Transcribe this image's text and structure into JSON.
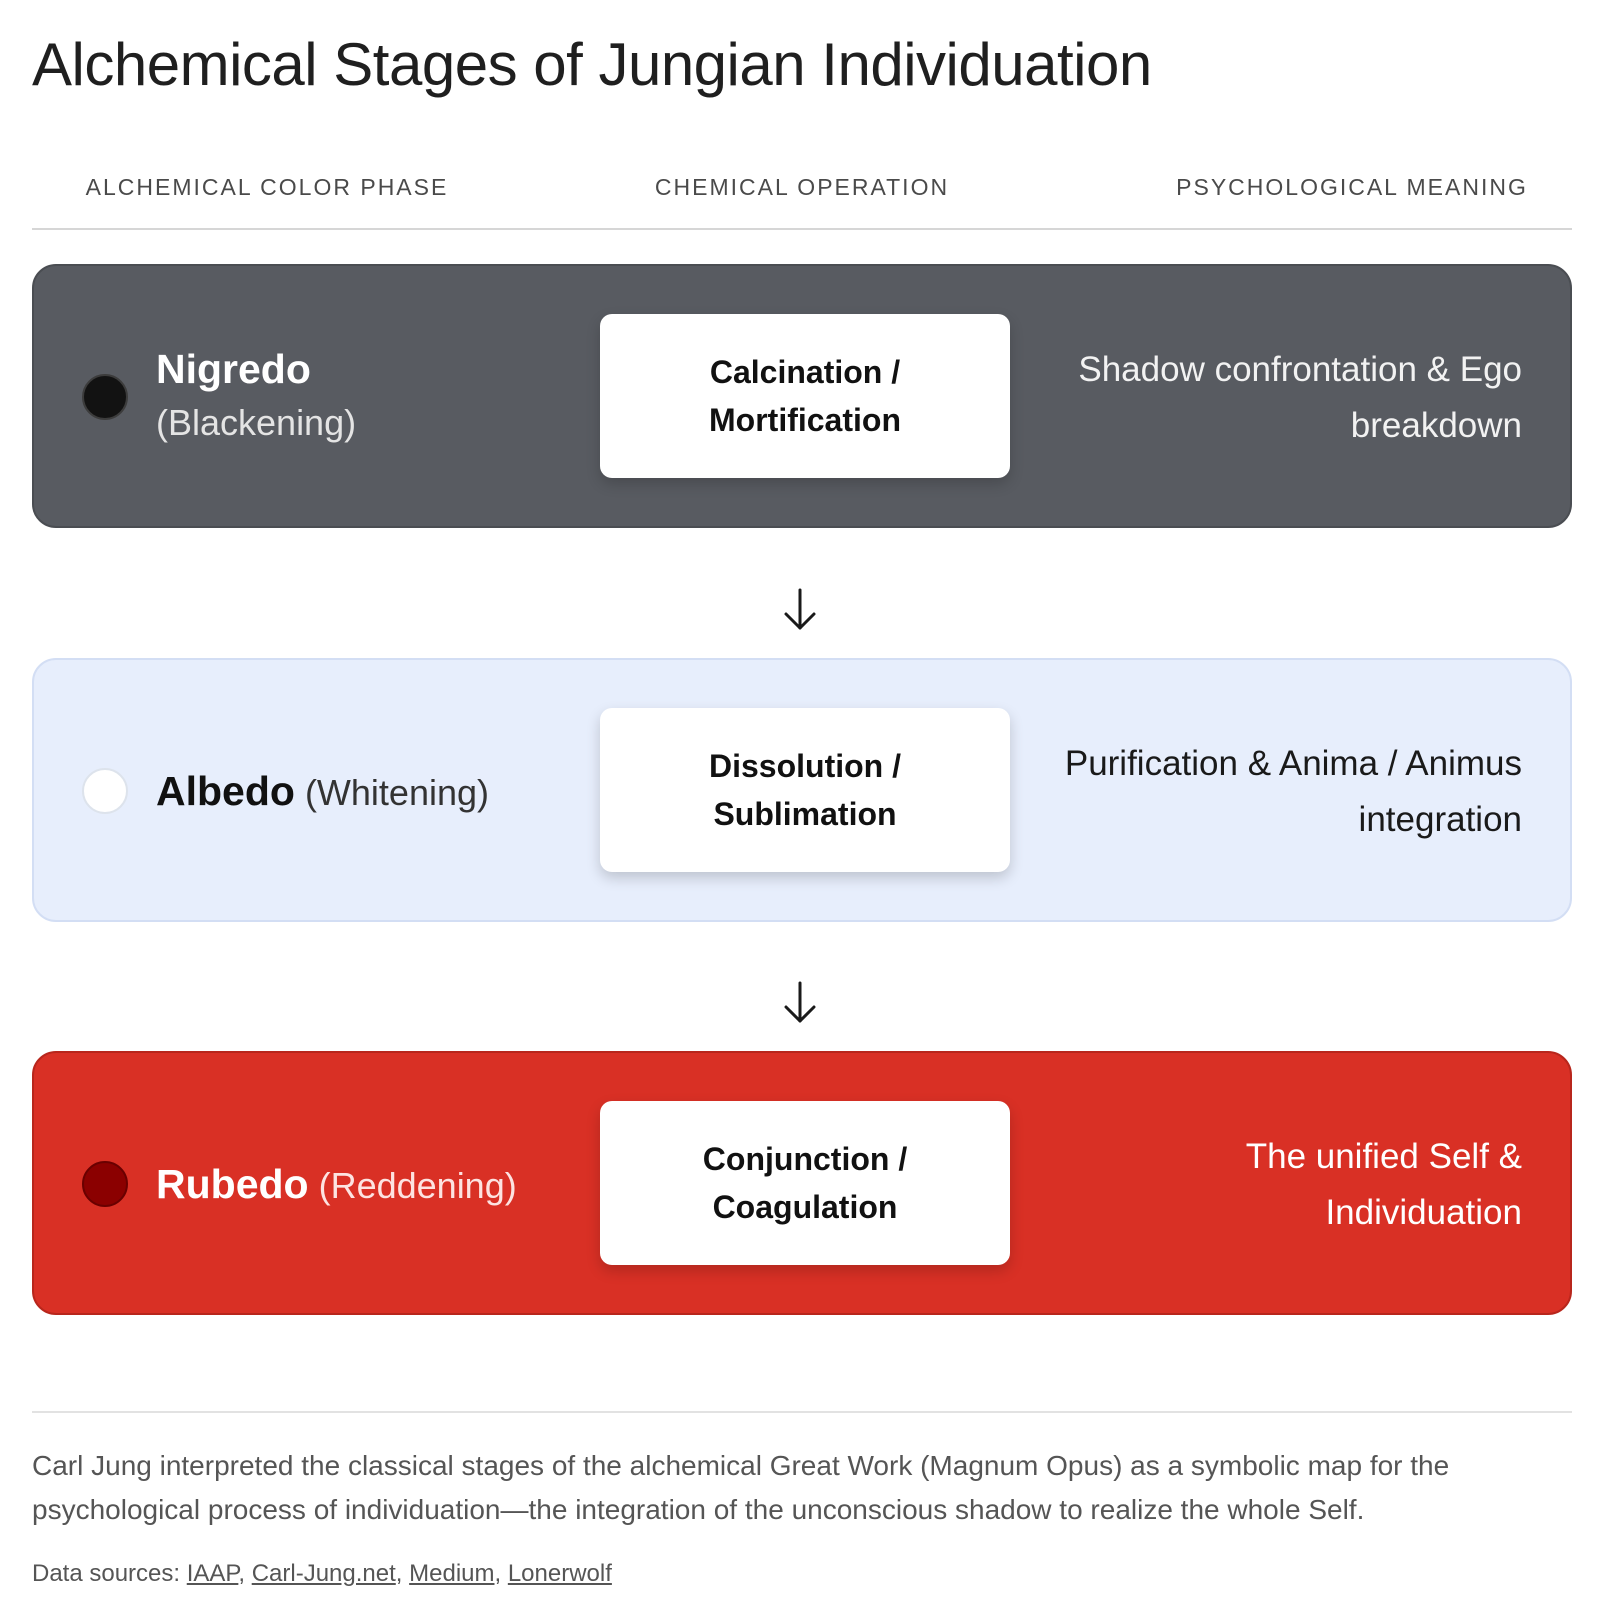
{
  "title": "Alchemical Stages of Jungian Individuation",
  "columns": {
    "phase": "Alchemical Color Phase",
    "operation": "Chemical Operation",
    "meaning": "Psychological Meaning"
  },
  "stages": [
    {
      "name": "Nigredo",
      "sub": "(Blackening)",
      "operation": "Calcination / Mortification",
      "meaning": "Shadow confrontation & Ego breakdown",
      "color": "#585b61",
      "dot_color": "#121212"
    },
    {
      "name": "Albedo",
      "sub": "(Whitening)",
      "operation": "Dissolution / Sublimation",
      "meaning": "Purification & Anima / Animus integration",
      "color": "#e7eefc",
      "dot_color": "#ffffff"
    },
    {
      "name": "Rubedo",
      "sub": "(Reddening)",
      "operation": "Conjunction / Coagulation",
      "meaning": "The unified Self & Individuation",
      "color": "#d93025",
      "dot_color": "#8b0000"
    }
  ],
  "description": "Carl Jung interpreted the classical stages of the alchemical Great Work (Magnum Opus) as a symbolic map for the psychological process of individuation—the integration of the unconscious shadow to realize the whole Self.",
  "sources": {
    "label": "Data sources:",
    "links": [
      "IAAP",
      "Carl-Jung.net",
      "Medium",
      "Lonerwolf"
    ]
  }
}
